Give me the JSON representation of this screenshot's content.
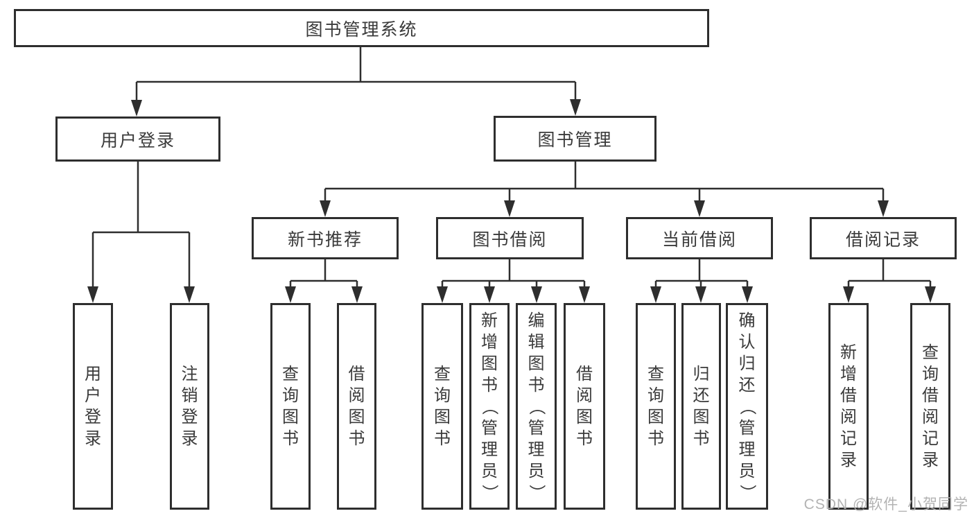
{
  "watermark": "CSDN @软件_小贺同学",
  "nodes": {
    "root": {
      "label": "图书管理系统"
    },
    "user_login": {
      "label": "用户登录"
    },
    "book_mgmt": {
      "label": "图书管理"
    },
    "new_book_rec": {
      "label": "新书推荐"
    },
    "book_borrow": {
      "label": "图书借阅"
    },
    "current_borrow": {
      "label": "当前借阅"
    },
    "borrow_record": {
      "label": "借阅记录"
    },
    "leaf_user_login": {
      "label": "用户登录"
    },
    "leaf_logout": {
      "label": "注销登录"
    },
    "leaf_nbr_query_book": {
      "label": "查询图书"
    },
    "leaf_nbr_borrow_book": {
      "label": "借阅图书"
    },
    "leaf_bb_query_book": {
      "label": "查询图书"
    },
    "leaf_bb_add_book": {
      "label": "新增图书（管理员）"
    },
    "leaf_bb_edit_book": {
      "label": "编辑图书（管理员）"
    },
    "leaf_bb_borrow_book": {
      "label": "借阅图书"
    },
    "leaf_cb_query_book": {
      "label": "查询图书"
    },
    "leaf_cb_return_book": {
      "label": "归还图书"
    },
    "leaf_cb_confirm_return": {
      "label": "确认归还（管理员）"
    },
    "leaf_br_add_record": {
      "label": "新增借阅记录"
    },
    "leaf_br_query_record": {
      "label": "查询借阅记录"
    }
  }
}
